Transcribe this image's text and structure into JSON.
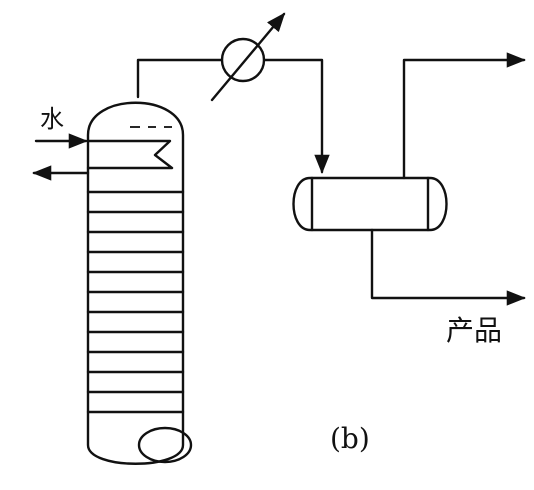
{
  "labels": {
    "water": "水",
    "product": "产品",
    "figure": "(b)"
  },
  "colors": {
    "line": "#111111",
    "background": "#ffffff"
  }
}
